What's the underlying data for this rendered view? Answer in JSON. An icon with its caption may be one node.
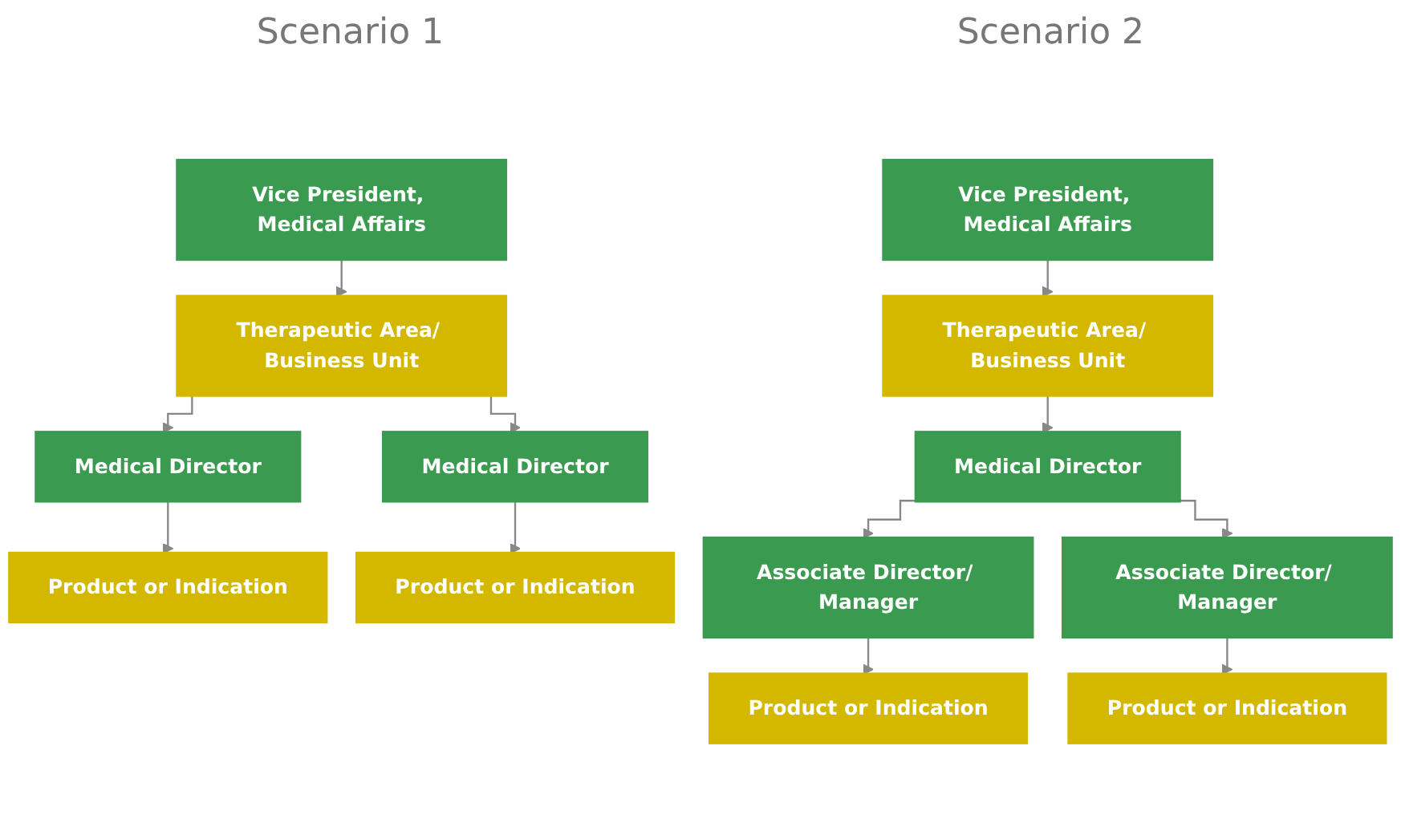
{
  "diagram": {
    "nodes": [
      {
        "text": [
          "Vice President, Medical Affairs"
        ]
      },
      {
        "text": [
          "Therapeutic Area/ Business Unit"
        ]
      },
      {
        "text": [
          "Medical Director"
        ]
      },
      {
        "text": [
          "Medical Director"
        ]
      },
      {
        "text": [
          "Product or Indication"
        ]
      },
      {
        "text": [
          "Product or Indication"
        ]
      },
      {
        "text": [
          "Vice President, Medical Affairs"
        ]
      },
      {
        "text": [
          "Therapeutic Area/ Business Unit"
        ]
      },
      {
        "text": [
          "Medical Director"
        ]
      },
      {
        "text": [
          "Associate Director/ Manager"
        ]
      },
      {
        "text": [
          "Associate Director/ Manager"
        ]
      },
      {
        "text": [
          "Product or Indication"
        ]
      },
      {
        "text": [
          "Product or Indication"
        ]
      }
    ],
    "edges": [
      {
        "from": 0,
        "to": 1,
        "arrow": "to"
      },
      {
        "from": 1,
        "to": 2,
        "arrow": "to"
      },
      {
        "from": 1,
        "to": 3,
        "arrow": "to"
      },
      {
        "from": 2,
        "to": 4,
        "arrow": "to"
      },
      {
        "from": 3,
        "to": 5,
        "arrow": "to"
      },
      {
        "from": 6,
        "to": 7,
        "arrow": "to"
      },
      {
        "from": 7,
        "to": 8,
        "arrow": "to"
      },
      {
        "from": 8,
        "to": 9,
        "arrow": "to"
      },
      {
        "from": 8,
        "to": 10,
        "arrow": "to"
      },
      {
        "from": 9,
        "to": 11,
        "arrow": "to"
      },
      {
        "from": 10,
        "to": 12,
        "arrow": "to"
      }
    ],
    "labels": [
      "Scenario 1",
      "Scenario 2"
    ]
  }
}
